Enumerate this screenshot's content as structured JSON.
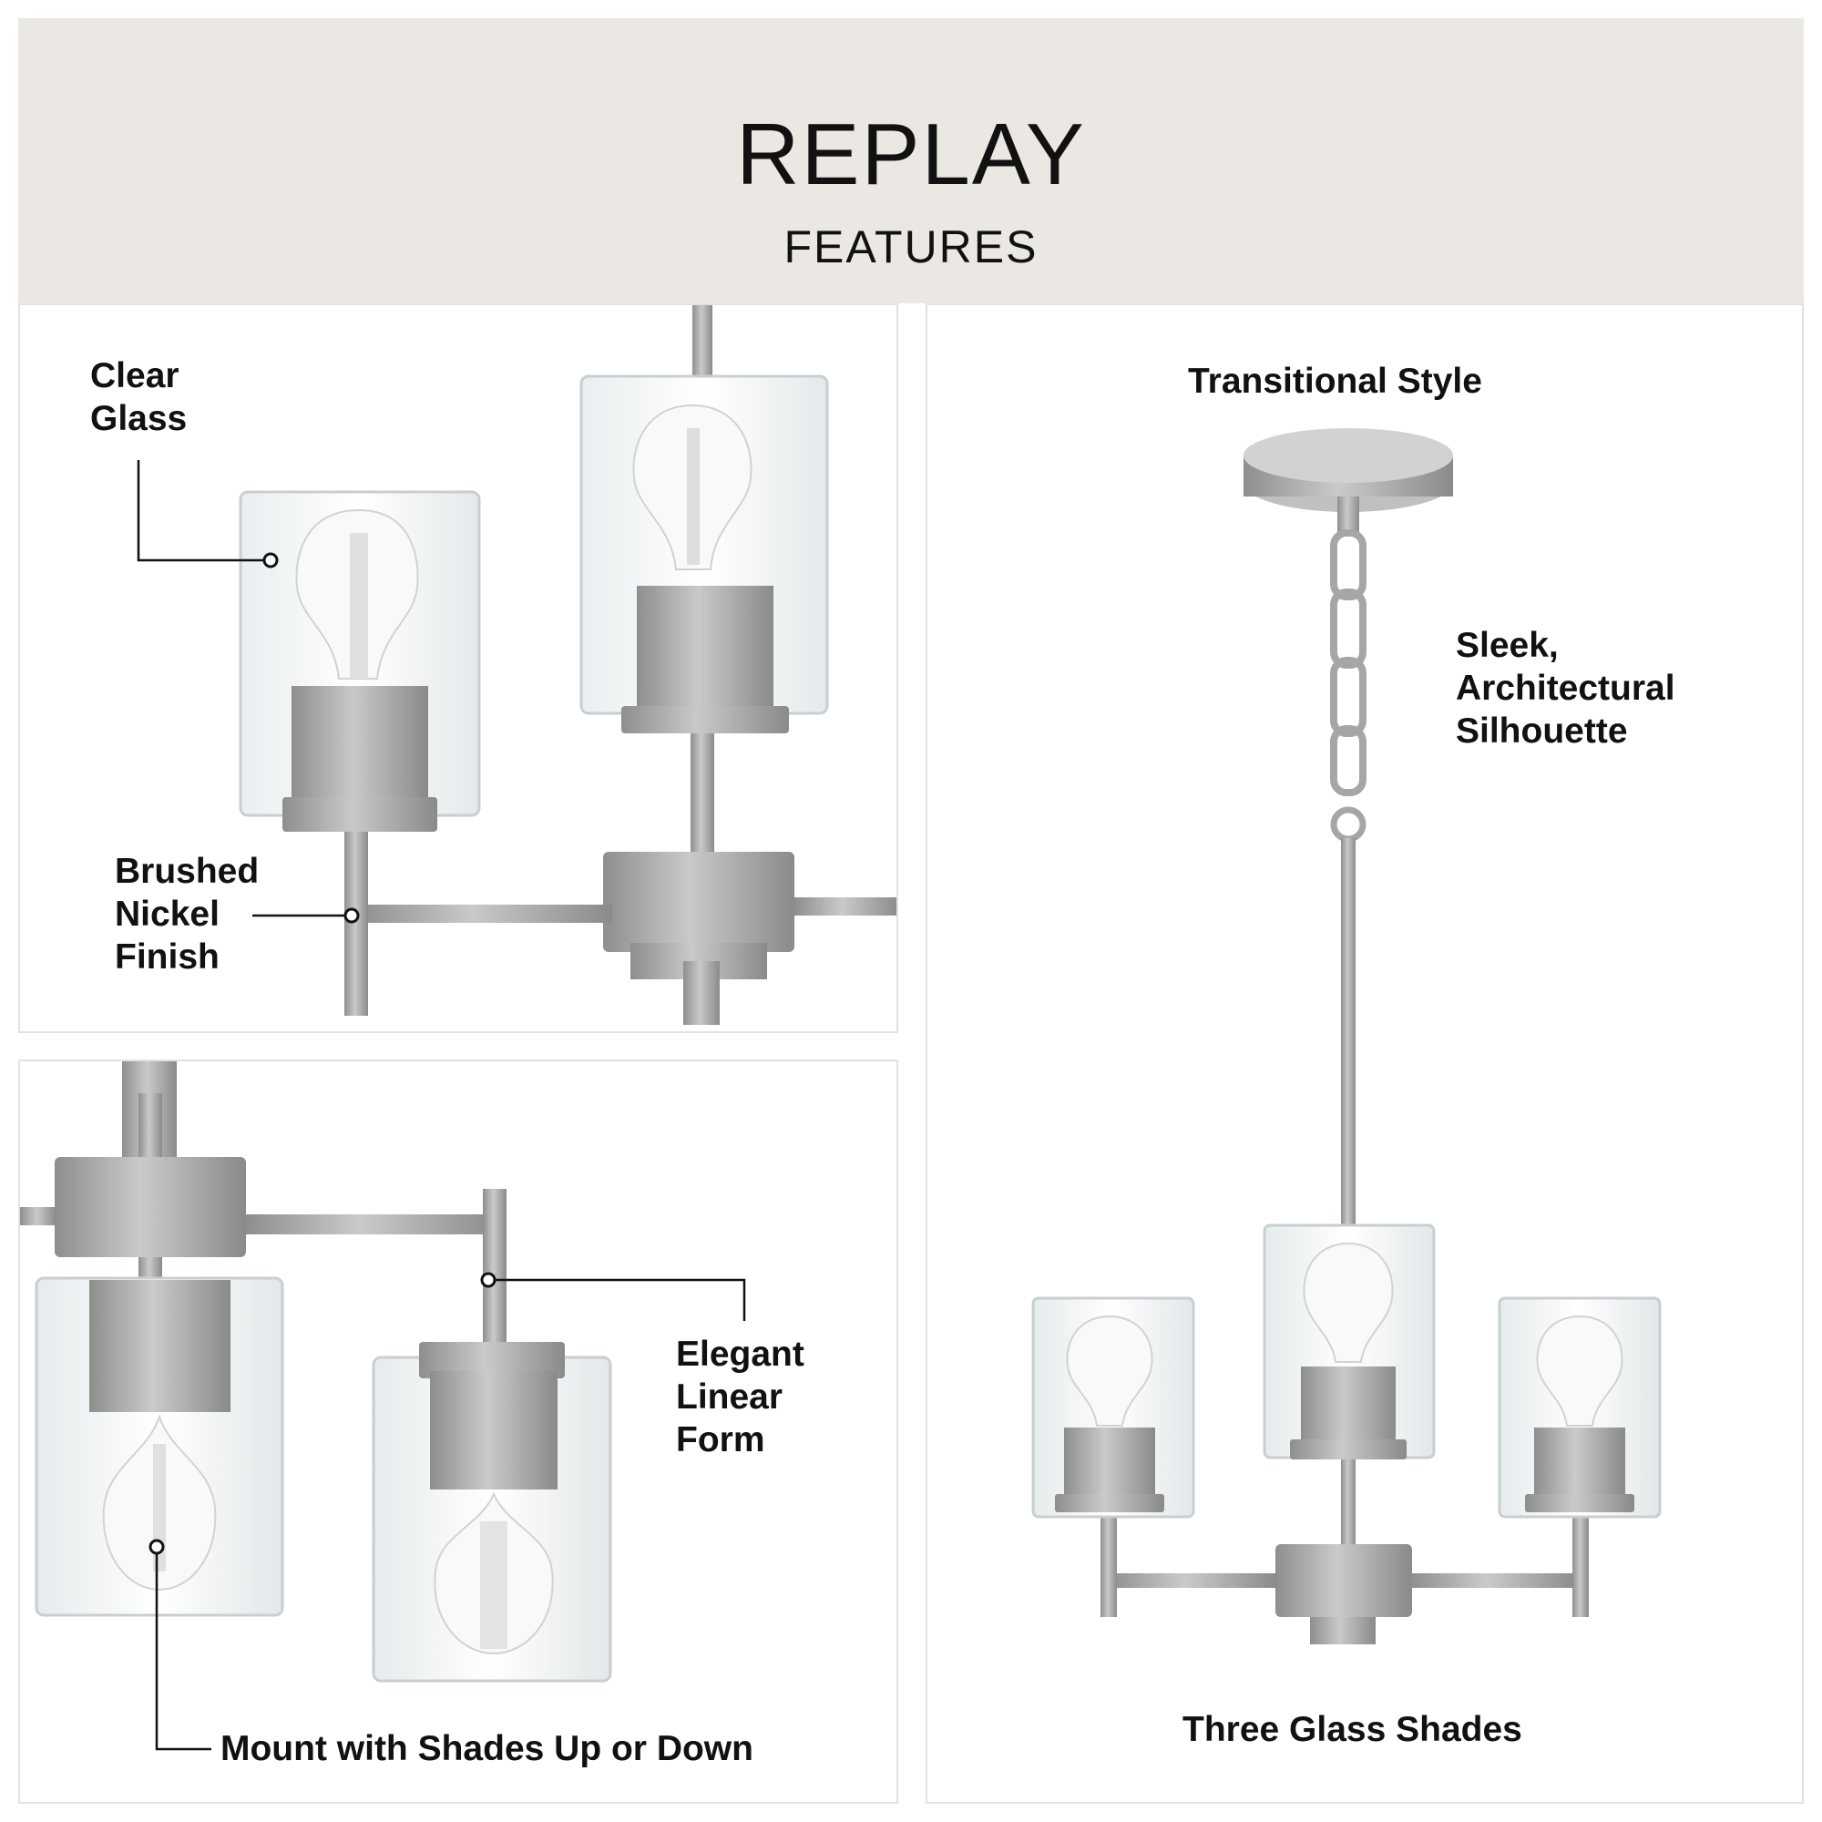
{
  "header": {
    "title": "REPLAY",
    "subtitle": "FEATURES"
  },
  "panels": {
    "detail_top": {
      "labels": {
        "clear_glass": "Clear\nGlass",
        "brushed_nickel": "Brushed\nNickel\nFinish"
      }
    },
    "detail_bottom": {
      "labels": {
        "elegant_form": "Elegant\nLinear\nForm",
        "mount": "Mount with Shades Up or Down"
      }
    },
    "full_view": {
      "labels": {
        "style": "Transitional Style",
        "silhouette": "Sleek,\nArchitectural\nSilhouette",
        "shades": "Three Glass Shades"
      }
    }
  },
  "colors": {
    "header_bg": "#ebe7e3",
    "nickel": "#a8a8a6",
    "glass_edge": "#cfd4d6",
    "callout_line": "#111111"
  }
}
